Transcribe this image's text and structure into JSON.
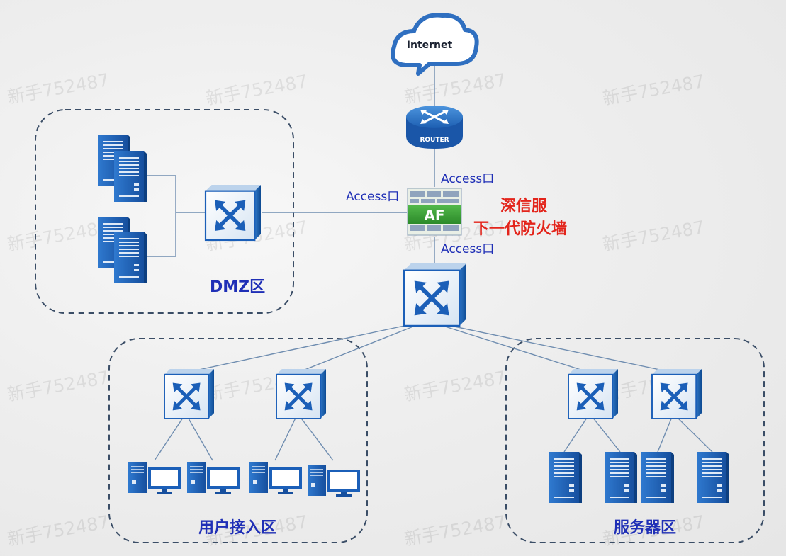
{
  "watermark": "新手752487",
  "cloud": {
    "label": "Internet"
  },
  "router": {
    "label": "ROUTER"
  },
  "firewall": {
    "badge": "AF",
    "name_line1": "深信服",
    "name_line2": "下一代防火墙",
    "port_top": "Access口",
    "port_left": "Access口",
    "port_bottom": "Access口"
  },
  "zones": {
    "dmz": "DMZ区",
    "user": "用户接入区",
    "server": "服务器区"
  },
  "colors": {
    "zone_label": "#1f2fb6",
    "firewall_label": "#e3241b",
    "device_blue": "#1b5fb8",
    "link": "#6f8db0"
  }
}
